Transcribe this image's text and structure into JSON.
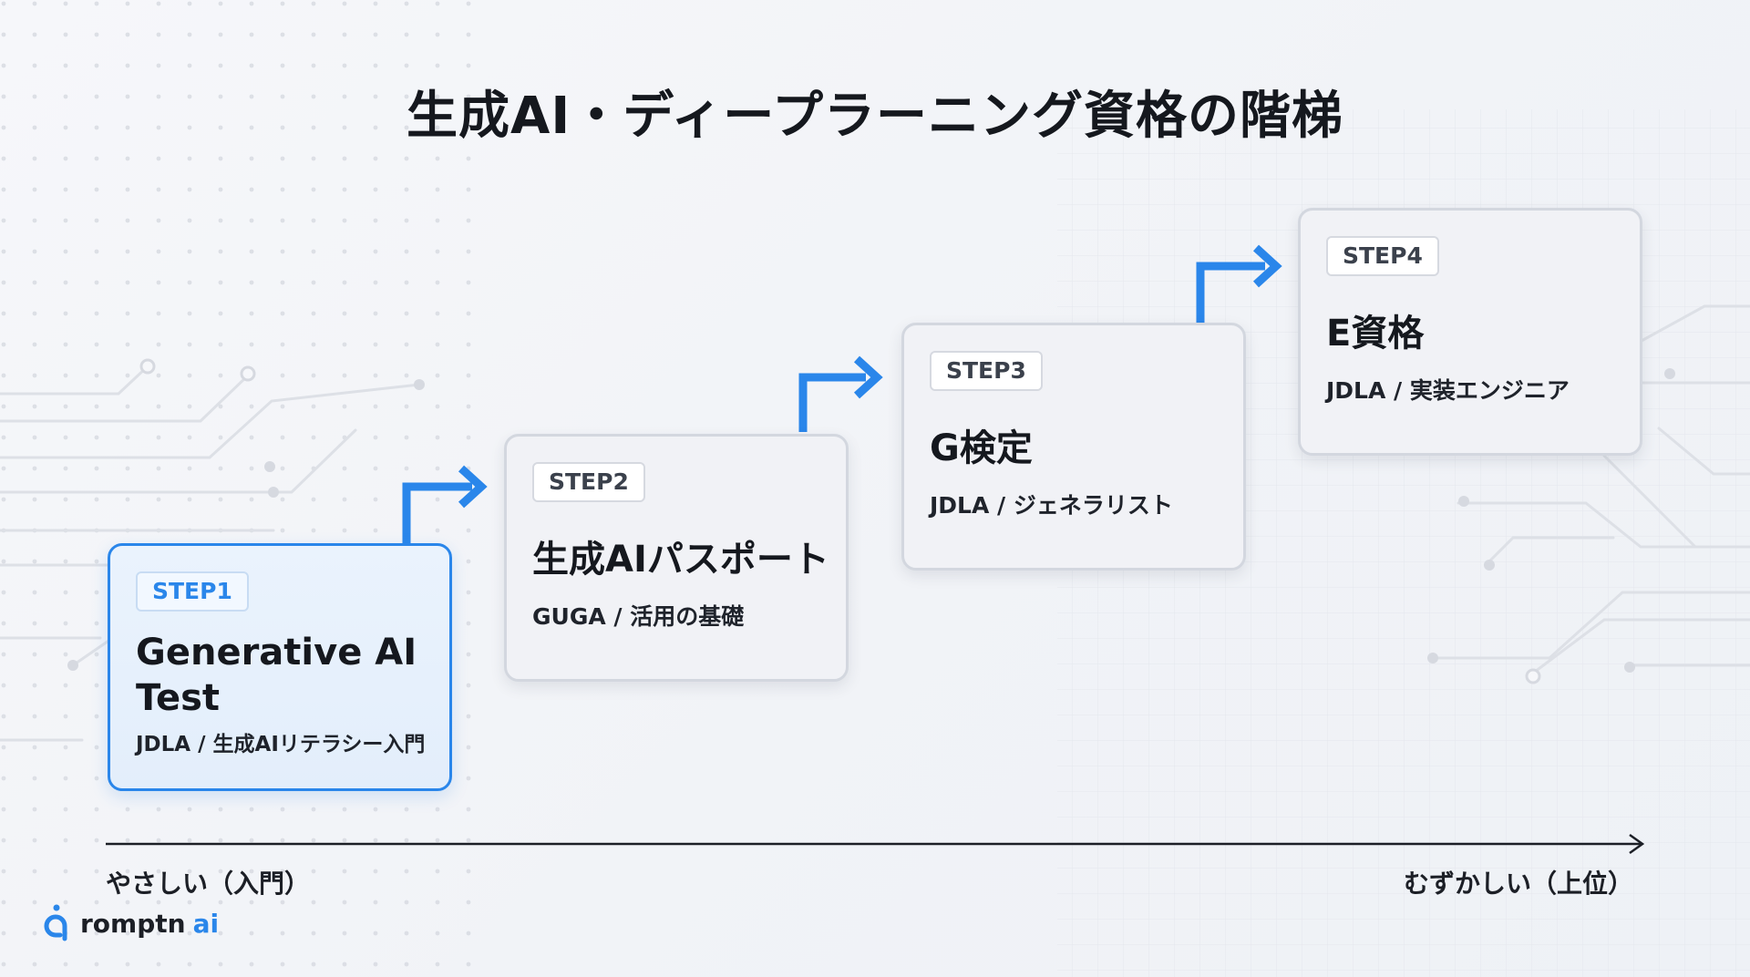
{
  "title": "生成AI・ディープラーニング資格の階梯",
  "steps": [
    {
      "badge": "STEP1",
      "name": "Generative AI Test",
      "sub": "JDLA / 生成AIリテラシー入門",
      "level": 1
    },
    {
      "badge": "STEP2",
      "name": "生成AIパスポート",
      "sub": "GUGA / 活用の基礎",
      "level": 2
    },
    {
      "badge": "STEP3",
      "name": "G検定",
      "sub": "JDLA / ジェネラリスト",
      "level": 3
    },
    {
      "badge": "STEP4",
      "name": "E資格",
      "sub": "JDLA / 実装エンジニア",
      "level": 4
    }
  ],
  "axis": {
    "left_label": "やさしい（入門）",
    "right_label": "むずかしい（上位）"
  },
  "logo": {
    "text": "romptn",
    "accent": "ai"
  },
  "colors": {
    "accent": "#2a86ea",
    "text": "#15181e",
    "card_border": "#d3d7df"
  }
}
